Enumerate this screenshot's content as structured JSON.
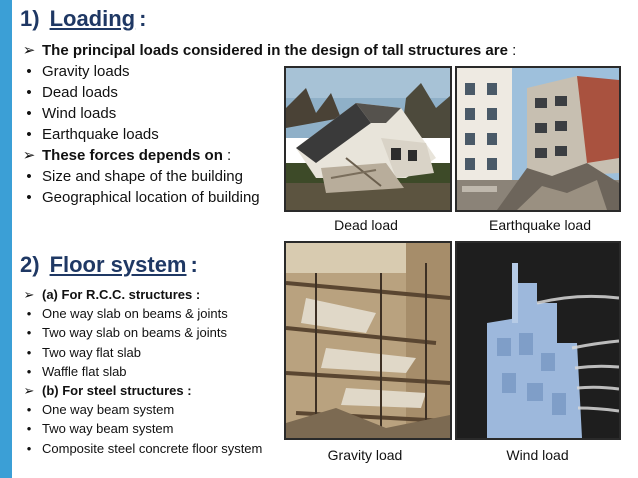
{
  "section1": {
    "number": "1)",
    "title": "Loading",
    "colon": ":",
    "items": [
      {
        "type": "arrow",
        "text": "The principal loads considered in the design of tall structures are",
        "after": " :"
      },
      {
        "type": "bullet",
        "text": "Gravity loads"
      },
      {
        "type": "bullet",
        "text": "Dead loads"
      },
      {
        "type": "bullet",
        "text": "Wind loads"
      },
      {
        "type": "bullet",
        "text": "Earthquake loads"
      },
      {
        "type": "arrow",
        "text": "These forces depends on",
        "after": " :"
      },
      {
        "type": "bullet",
        "text": "Size and shape of the building"
      },
      {
        "type": "bullet",
        "text": "Geographical location of building"
      }
    ]
  },
  "section2": {
    "number": "2)",
    "title": "Floor system",
    "colon": ":",
    "items": [
      {
        "type": "arrow",
        "text": "(a) For R.C.C. structures :"
      },
      {
        "type": "bullet",
        "text": "One way slab on beams & joints"
      },
      {
        "type": "bullet",
        "text": "Two way slab on beams & joints"
      },
      {
        "type": "bullet",
        "text": "Two way flat slab"
      },
      {
        "type": "bullet",
        "text": "Waffle flat slab"
      },
      {
        "type": "arrow",
        "text": "(b) For steel structures :"
      },
      {
        "type": "bullet",
        "text": "One way beam system"
      },
      {
        "type": "bullet",
        "text": "Two way beam system"
      },
      {
        "type": "bullet",
        "text": "Composite steel concrete floor system"
      }
    ]
  },
  "captions": {
    "dead": "Dead load",
    "earthquake": "Earthquake load",
    "gravity": "Gravity load",
    "wind": "Wind load"
  },
  "markers": {
    "arrow": "➢",
    "bullet": "•"
  },
  "colors": {
    "accent_bar": "#3b9fd6",
    "heading": "#1f3864"
  }
}
